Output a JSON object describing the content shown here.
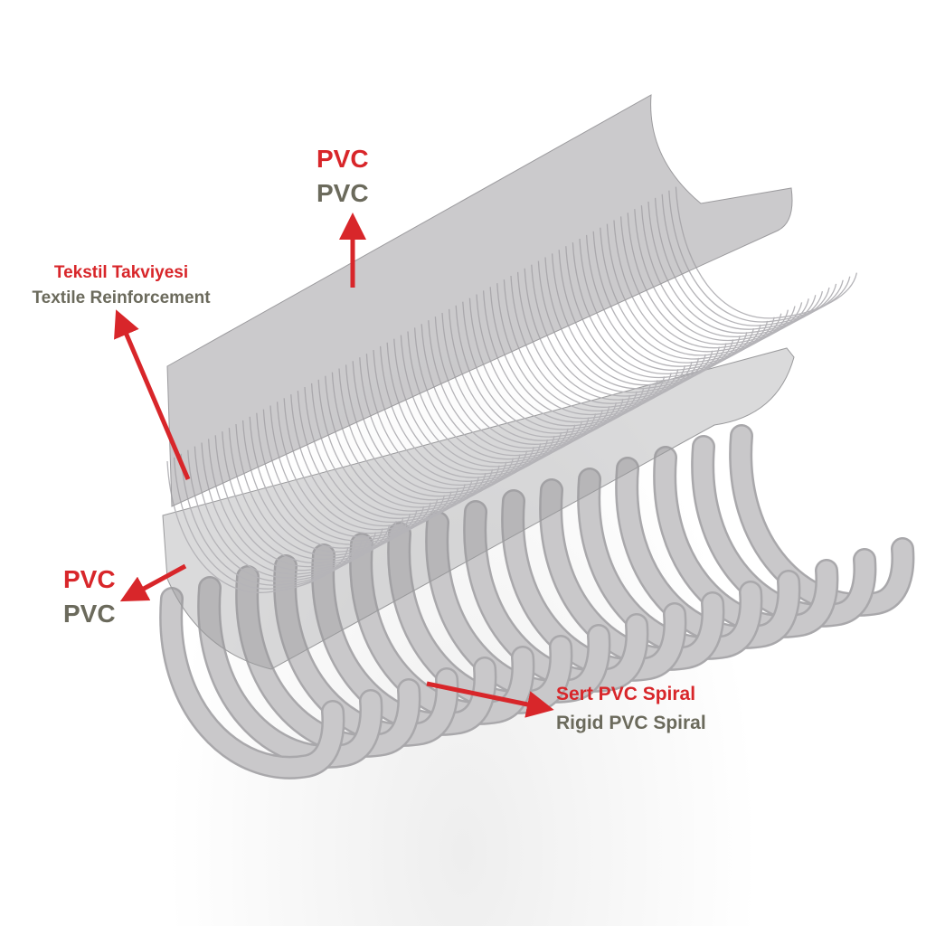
{
  "colors": {
    "turkish_label": "#d8262a",
    "english_label": "#6b6a5c",
    "arrow": "#d8262a",
    "material": "#c9c8ca"
  },
  "labels": {
    "outer_pvc": {
      "tr": "PVC",
      "en": "PVC"
    },
    "textile": {
      "tr": "Tekstil Takviyesi",
      "en": "Textile Reinforcement"
    },
    "inner_pvc": {
      "tr": "PVC",
      "en": "PVC"
    },
    "spiral": {
      "tr": "Sert PVC Spiral",
      "en": "Rigid PVC Spiral"
    }
  }
}
